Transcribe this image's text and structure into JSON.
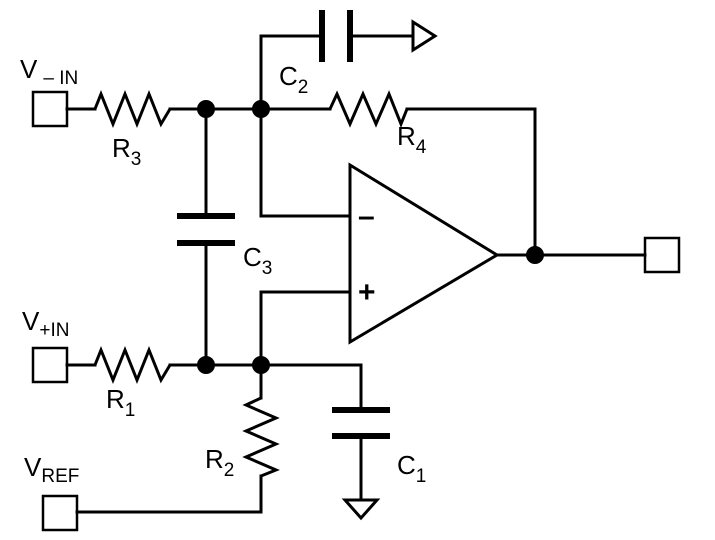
{
  "labels": {
    "vin_minus": {
      "main": "V",
      "sub": "– IN"
    },
    "vin_plus": {
      "main": "V",
      "sub": "+IN"
    },
    "vref": {
      "main": "V",
      "sub": "REF"
    },
    "r1": {
      "main": "R",
      "sub": "1"
    },
    "r2": {
      "main": "R",
      "sub": "2"
    },
    "r3": {
      "main": "R",
      "sub": "3"
    },
    "r4": {
      "main": "R",
      "sub": "4"
    },
    "c1": {
      "main": "C",
      "sub": "1"
    },
    "c2": {
      "main": "C",
      "sub": "2"
    },
    "c3": {
      "main": "C",
      "sub": "3"
    }
  },
  "opamp": {
    "inverting_sign": "–",
    "noninverting_sign": "+"
  }
}
